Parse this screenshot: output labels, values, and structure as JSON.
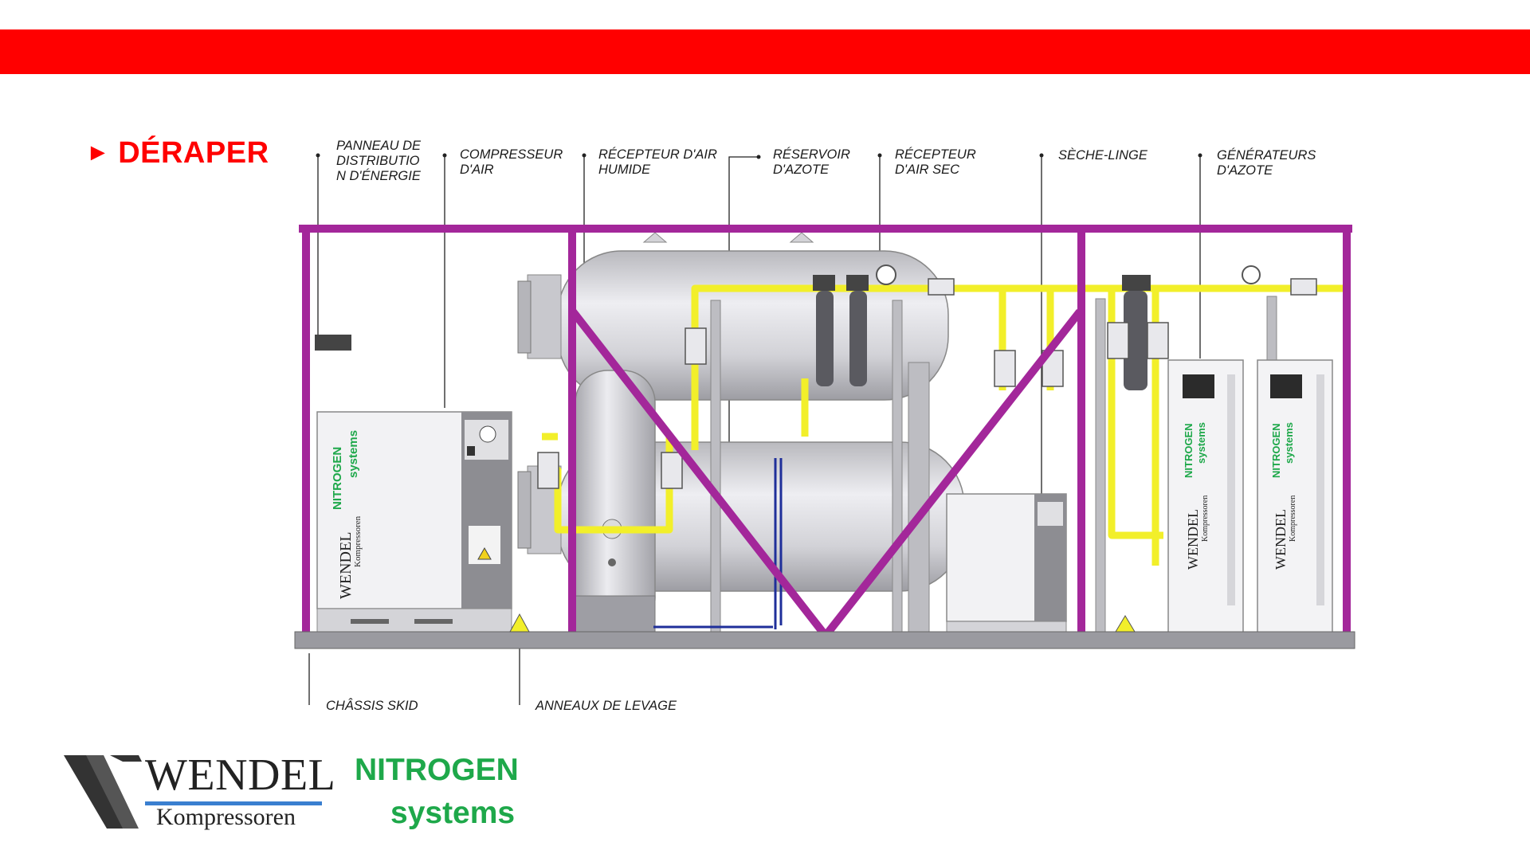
{
  "colors": {
    "accent_red": "#ff0000",
    "frame_magenta": "#a3279a",
    "pipe_yellow": "#f2ef2a",
    "tank_gray": "#cfcfd4",
    "nitrogen_green": "#1ea84a"
  },
  "header": {
    "title": "DÉRAPER",
    "arrow": "►"
  },
  "callouts": {
    "panneau": "PANNEAU DE DISTRIBUTIO N D'ÉNERGIE",
    "compresseur": "COMPRESSEUR D'AIR",
    "recepteur_humide": "RÉCEPTEUR D'AIR HUMIDE",
    "reservoir_azote": "RÉSERVOIR D'AZOTE",
    "recepteur_sec": "RÉCEPTEUR D'AIR SEC",
    "seche_linge": "SÈCHE-LINGE",
    "generateurs": "GÉNÉRATEURS D'AZOTE",
    "chassis": "CHÂSSIS SKID",
    "anneaux": "ANNEAUX DE LEVAGE"
  },
  "unit_labels": {
    "nitrogen": "NITROGEN",
    "systems": "systems",
    "wendel": "WENDEL",
    "kompressoren": "Kompressoren"
  },
  "footer": {
    "brand_main": "WENDEL",
    "brand_sub": "Kompressoren",
    "nitrogen": "NITROGEN",
    "systems": "systems",
    "logo_icon": "wendel-w-logo"
  }
}
